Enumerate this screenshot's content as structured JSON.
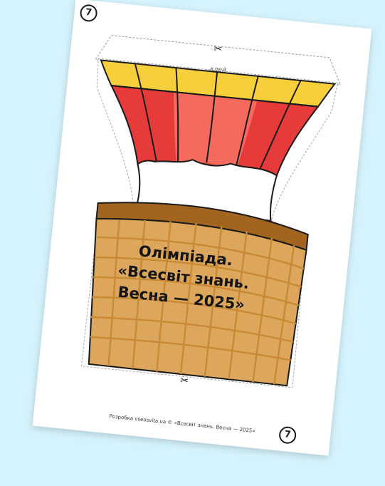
{
  "page_numbers": {
    "top": "7",
    "bottom": "7"
  },
  "glue_label": "клей",
  "title_lines": [
    "Олімпіада.",
    "«Всесвіт знань.",
    "Весна — 2025»"
  ],
  "footer": "Розробка vseosvita.ua © «Всесвіт знань. Весна — 2025»",
  "icons": {
    "cut_top": "scissors-icon",
    "cut_bottom": "scissors-icon"
  },
  "colors": {
    "background": "#d5f3fc",
    "yellow": "#f7cf3b",
    "red": "#e73a3a",
    "light_red": "#f56a5c",
    "basket_rim": "#a2641e",
    "basket": "#dca75c",
    "basket_grid": "#c98a35"
  }
}
